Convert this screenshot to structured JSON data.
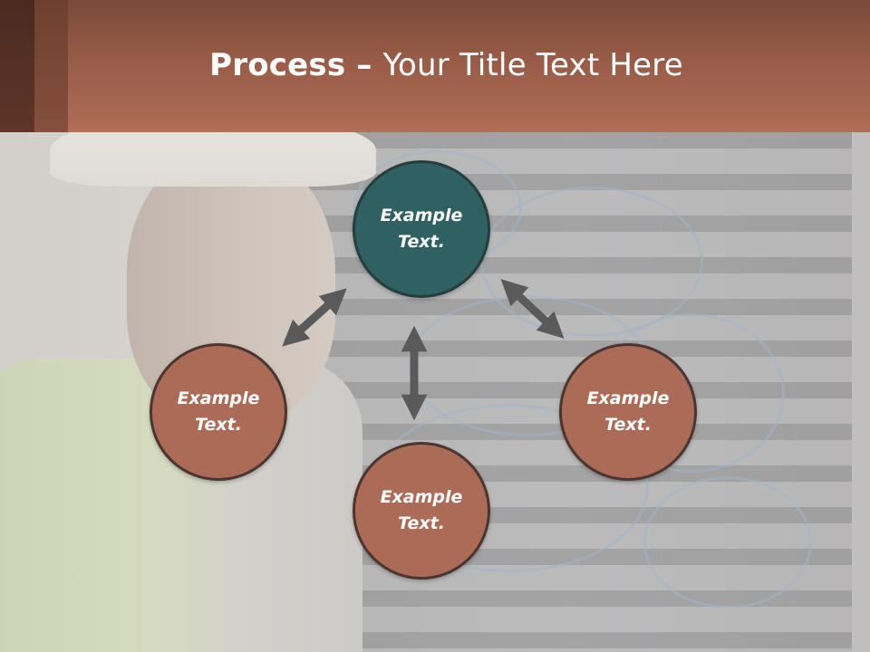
{
  "slide": {
    "title_bold": "Process",
    "title_separator": " – ",
    "title_rest": "Your Title Text Here"
  },
  "colors": {
    "header": "#a6654f",
    "node_highlight": "#2f6162",
    "node_default": "#ac6b57",
    "arrow": "#5a5a5a"
  },
  "diagram": {
    "nodes": [
      {
        "id": "top",
        "label": "Example\nText."
      },
      {
        "id": "left",
        "label": "Example\nText."
      },
      {
        "id": "right",
        "label": "Example\nText."
      },
      {
        "id": "bottom",
        "label": "Example\nText."
      }
    ],
    "connectors": [
      {
        "from": "top",
        "to": "left",
        "type": "double-arrow"
      },
      {
        "from": "top",
        "to": "right",
        "type": "double-arrow"
      },
      {
        "from": "top",
        "to": "bottom",
        "type": "double-arrow"
      }
    ]
  }
}
